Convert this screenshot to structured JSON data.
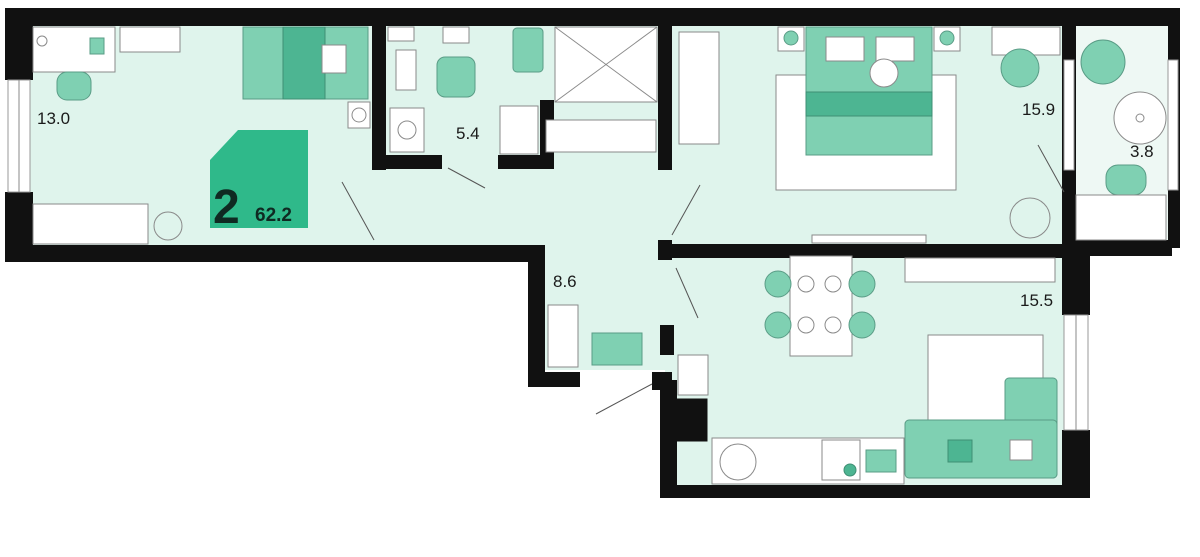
{
  "badge": {
    "rooms": "2",
    "area": "62.2",
    "color": "#2fb98a"
  },
  "rooms": {
    "bedroom_left": "13.0",
    "bathroom": "5.4",
    "bedroom_right": "15.9",
    "balcony": "3.8",
    "hallway": "8.6",
    "kitchen_living": "15.5"
  },
  "colors": {
    "floor": "#dff4ec",
    "wall": "#111111",
    "accent": "#7fd0b2",
    "accent_dark": "#4db592"
  }
}
